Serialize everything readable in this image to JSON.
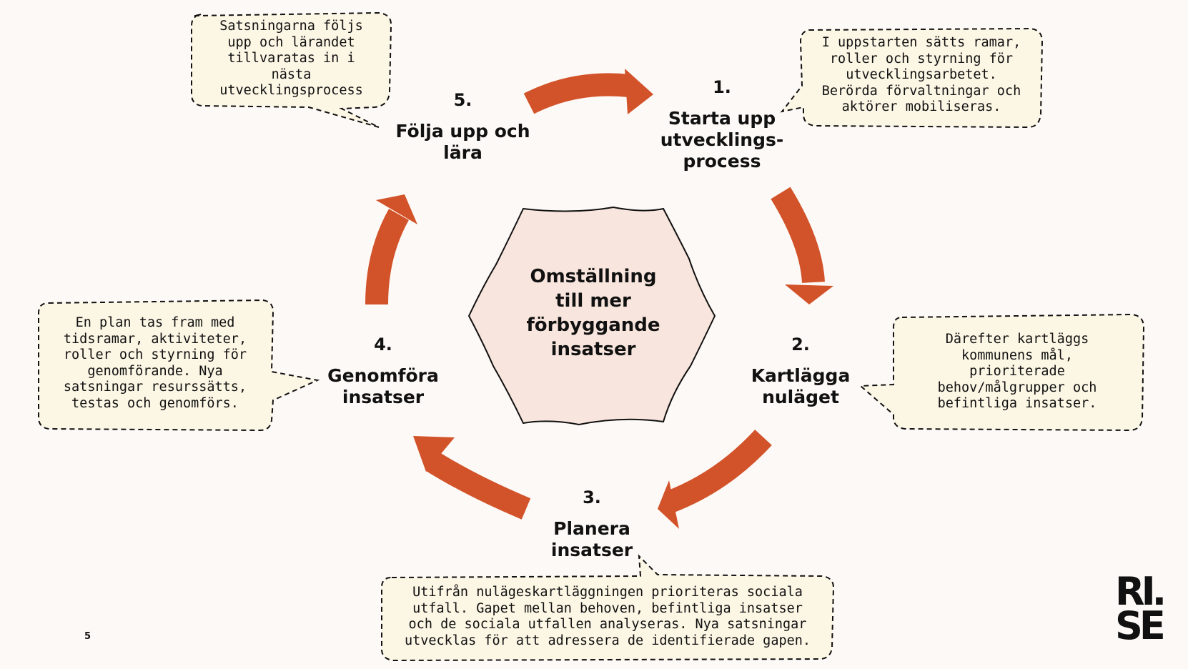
{
  "center": {
    "label": "Omställning\ntill mer\nförbyggande\ninsatser"
  },
  "steps": [
    {
      "number": "1.",
      "title": "Starta upp\nutvecklings-\nprocess",
      "note": "I uppstarten sätts ramar,\nroller och styrning för\nutvecklingsarbetet.\nBerörda förvaltningar och\naktörer mobiliseras."
    },
    {
      "number": "2.",
      "title": "Kartlägga\nnuläget",
      "note": "Därefter kartläggs\nkommunens mål,\nprioriterade\nbehov/målgrupper och\nbefintliga insatser."
    },
    {
      "number": "3.",
      "title": "Planera\ninsatser",
      "note": "Utifrån nulägeskartläggningen prioriteras sociala\nutfall. Gapet mellan behoven, befintliga insatser\noch de sociala utfallen analyseras. Nya satsningar\nutvecklas för att adressera de identifierade gapen."
    },
    {
      "number": "4.",
      "title": "Genomföra\ninsatser",
      "note": "En plan tas fram med\ntidsramar, aktiviteter,\nroller och styrning för\ngenomförande. Nya\nsatsningar resurssätts,\ntestas och genomförs."
    },
    {
      "number": "5.",
      "title": "Följa upp och\nlära",
      "note": "Satsningarna följs\nupp och lärandet\ntillvaratas in i\nnästa\nutvecklingsprocess"
    }
  ],
  "page_number": "5",
  "logo": {
    "line1": "RI.",
    "line2": "SE"
  },
  "colors": {
    "background": "#fdf9f6",
    "arrow": "#d2532a",
    "center_fill": "#f8e5dd",
    "note_fill": "#fcf6e5",
    "text": "#111111"
  }
}
